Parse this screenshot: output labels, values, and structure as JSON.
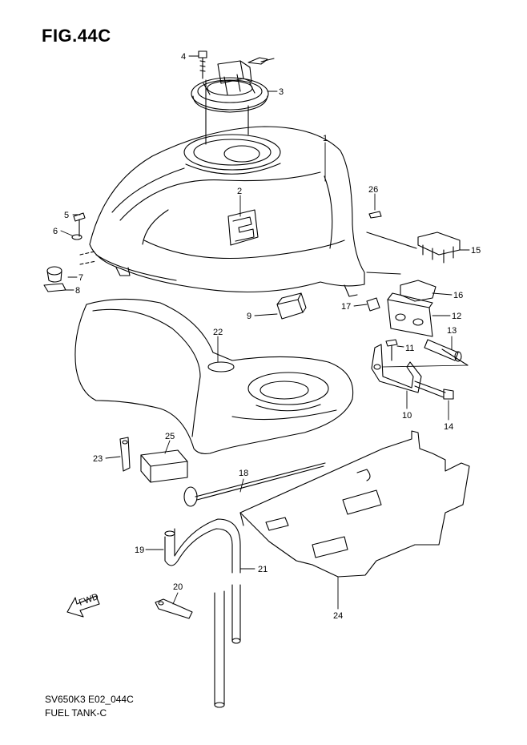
{
  "figure": {
    "title": "FIG.44C",
    "code": "SV650K3 E02_044C",
    "name": "FUEL TANK-C",
    "fwd_label": "FWD"
  },
  "callouts": [
    "1",
    "2",
    "3",
    "4",
    "5",
    "6",
    "7",
    "8",
    "9",
    "10",
    "11",
    "12",
    "13",
    "14",
    "15",
    "16",
    "17",
    "18",
    "19",
    "20",
    "21",
    "22",
    "23",
    "24",
    "25",
    "26"
  ]
}
